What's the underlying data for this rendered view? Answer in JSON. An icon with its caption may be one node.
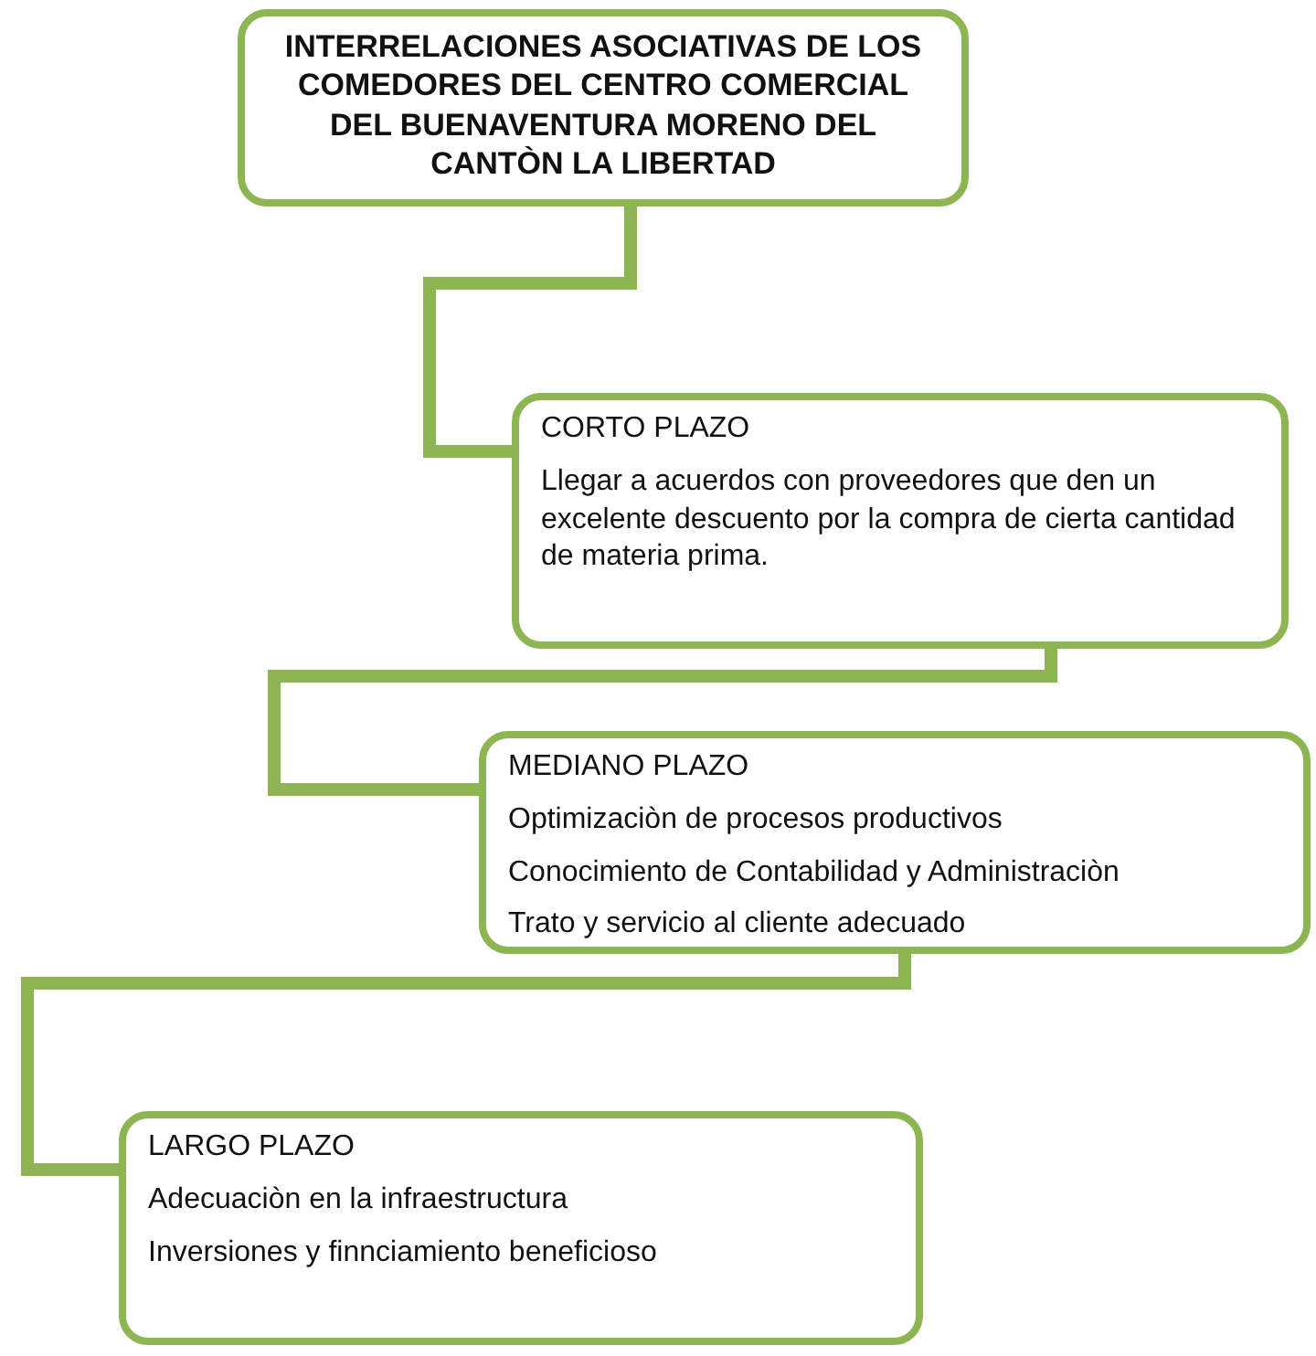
{
  "diagram": {
    "nodes": [
      {
        "text": [
          "INTERRELACIONES ASOCIATIVAS DE LOS COMEDORES DEL CENTRO COMERCIAL DEL BUENAVENTURA MORENO DEL CANTÒN LA LIBERTAD"
        ]
      },
      {
        "text": [
          "CORTO PLAZO",
          "Llegar a acuerdos con proveedores que den un excelente descuento por la compra de cierta cantidad de materia prima."
        ]
      },
      {
        "text": [
          "MEDIANO PLAZO",
          "Optimizaciòn de procesos productivos",
          "Conocimiento de Contabilidad y Administraciòn",
          "Trato y servicio al cliente adecuado"
        ]
      },
      {
        "text": [
          "LARGO PLAZO",
          "Adecuaciòn en la infraestructura",
          "Inversiones y finnciamiento beneficioso"
        ]
      }
    ],
    "edges": [
      {
        "from": 0,
        "to": 1,
        "arrow": "none"
      },
      {
        "from": 1,
        "to": 2,
        "arrow": "none"
      },
      {
        "from": 2,
        "to": 3,
        "arrow": "none"
      }
    ]
  }
}
